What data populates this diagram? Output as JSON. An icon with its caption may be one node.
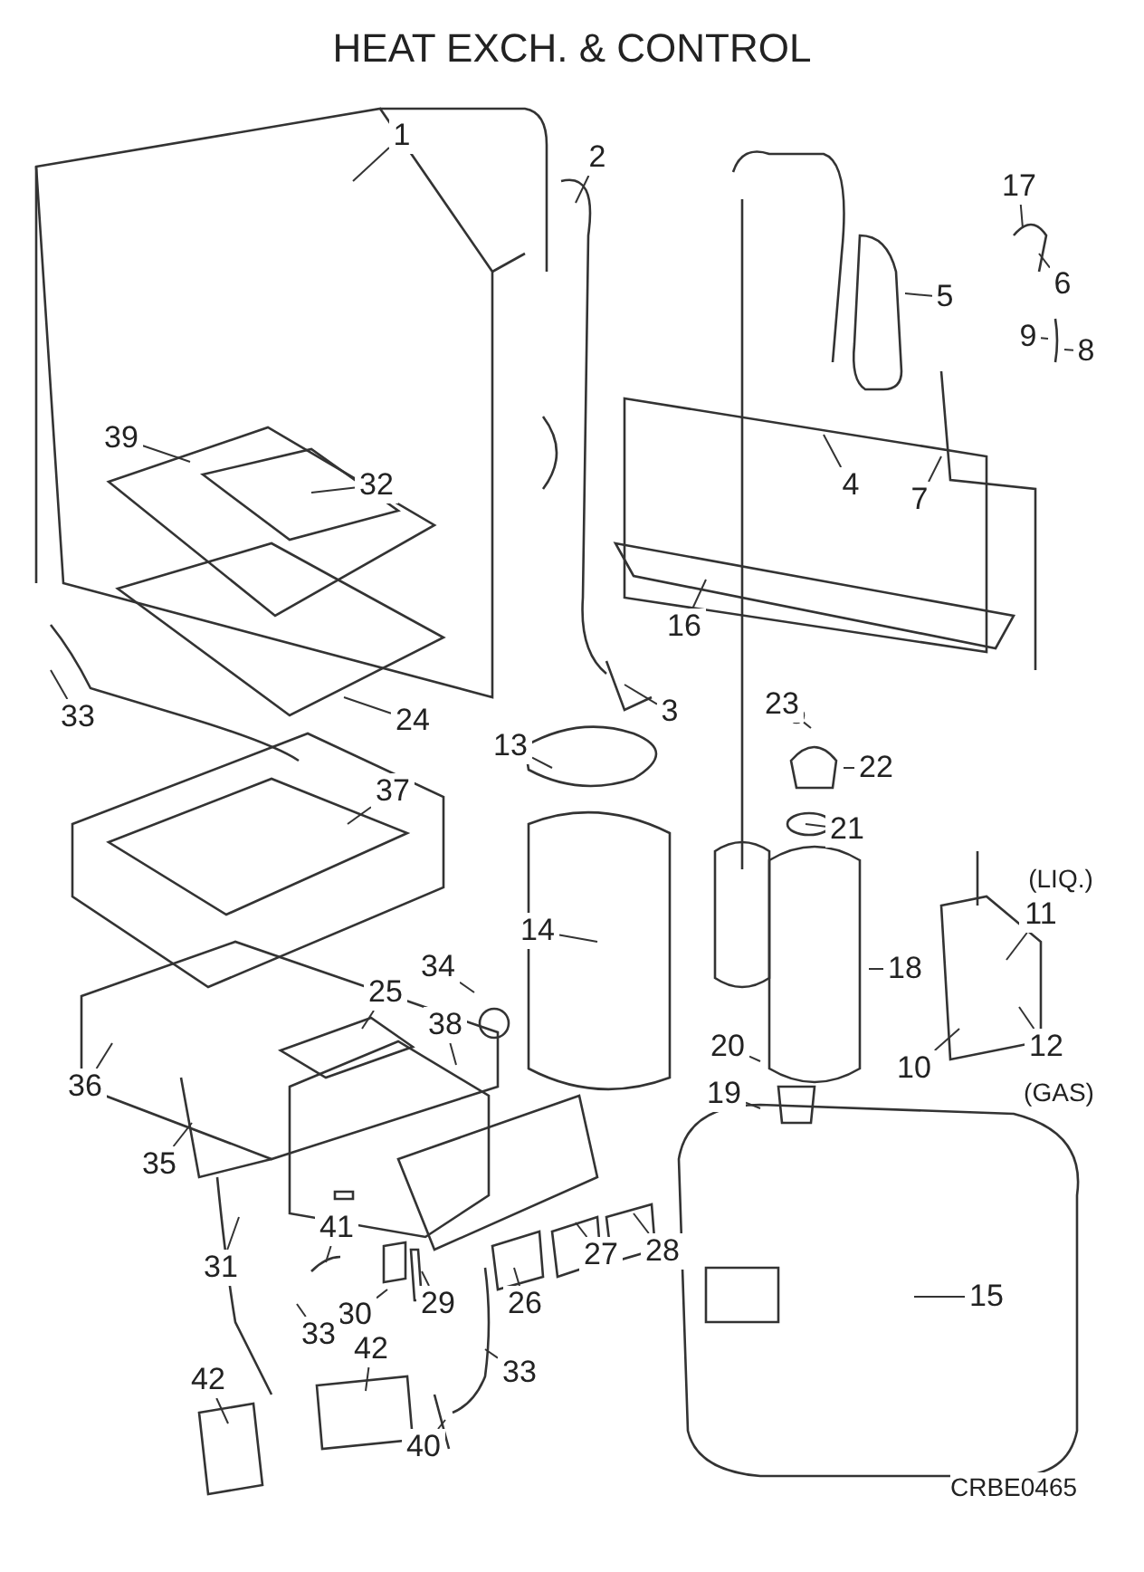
{
  "diagram": {
    "title": "HEAT EXCH. & CONTROL",
    "nodes": [
      {
        "text": [
          "1"
        ]
      },
      {
        "text": [
          "2"
        ]
      },
      {
        "text": [
          "17"
        ]
      },
      {
        "text": [
          "6"
        ]
      },
      {
        "text": [
          "5"
        ]
      },
      {
        "text": [
          "9"
        ]
      },
      {
        "text": [
          "8"
        ]
      },
      {
        "text": [
          "39"
        ]
      },
      {
        "text": [
          "4"
        ]
      },
      {
        "text": [
          "32"
        ]
      },
      {
        "text": [
          "7"
        ]
      },
      {
        "text": [
          "16"
        ]
      },
      {
        "text": [
          "33"
        ]
      },
      {
        "text": [
          "24"
        ]
      },
      {
        "text": [
          "3"
        ]
      },
      {
        "text": [
          "23"
        ]
      },
      {
        "text": [
          "13"
        ]
      },
      {
        "text": [
          "22"
        ]
      },
      {
        "text": [
          "21"
        ]
      },
      {
        "text": [
          "37"
        ]
      },
      {
        "text": [
          "11"
        ],
        "beside": [
          "(LIQ.)"
        ]
      },
      {
        "text": [
          "14"
        ]
      },
      {
        "text": [
          "34"
        ]
      },
      {
        "text": [
          "18"
        ]
      },
      {
        "text": [
          "25"
        ]
      },
      {
        "text": [
          "38"
        ]
      },
      {
        "text": [
          "36"
        ]
      },
      {
        "text": [
          "20"
        ]
      },
      {
        "text": [
          "10"
        ]
      },
      {
        "text": [
          "12"
        ],
        "beside": [
          "(GAS)"
        ]
      },
      {
        "text": [
          "19"
        ]
      },
      {
        "text": [
          "35"
        ]
      },
      {
        "text": [
          "15"
        ]
      },
      {
        "text": [
          "28"
        ]
      },
      {
        "text": [
          "31"
        ]
      },
      {
        "text": [
          "41"
        ]
      },
      {
        "text": [
          "27"
        ]
      },
      {
        "text": [
          "30"
        ]
      },
      {
        "text": [
          "33"
        ]
      },
      {
        "text": [
          "29"
        ]
      },
      {
        "text": [
          "26"
        ]
      },
      {
        "text": [
          "33"
        ]
      },
      {
        "text": [
          "42"
        ]
      },
      {
        "text": [
          "42"
        ]
      },
      {
        "text": [
          "40"
        ]
      }
    ],
    "edges": [
      {
        "from": 0,
        "to": null,
        "arrow": "none"
      },
      {
        "from": 1,
        "to": null,
        "arrow": "none"
      },
      {
        "from": 2,
        "to": null,
        "arrow": "none"
      },
      {
        "from": 3,
        "to": null,
        "arrow": "none"
      },
      {
        "from": 4,
        "to": null,
        "arrow": "none"
      },
      {
        "from": 5,
        "to": null,
        "arrow": "none"
      },
      {
        "from": 6,
        "to": null,
        "arrow": "none"
      },
      {
        "from": 7,
        "to": null,
        "arrow": "none"
      },
      {
        "from": 8,
        "to": null,
        "arrow": "none"
      },
      {
        "from": 9,
        "to": null,
        "arrow": "none"
      },
      {
        "from": 10,
        "to": null,
        "arrow": "none"
      },
      {
        "from": 11,
        "to": null,
        "arrow": "none"
      },
      {
        "from": 12,
        "to": null,
        "arrow": "none"
      },
      {
        "from": 13,
        "to": null,
        "arrow": "none"
      },
      {
        "from": 14,
        "to": null,
        "arrow": "none"
      },
      {
        "from": 15,
        "to": null,
        "arrow": "none"
      },
      {
        "from": 16,
        "to": null,
        "arrow": "none"
      },
      {
        "from": 17,
        "to": null,
        "arrow": "none"
      },
      {
        "from": 18,
        "to": null,
        "arrow": "none"
      },
      {
        "from": 19,
        "to": null,
        "arrow": "none"
      },
      {
        "from": 20,
        "to": null,
        "arrow": "none"
      },
      {
        "from": 21,
        "to": null,
        "arrow": "none"
      },
      {
        "from": 22,
        "to": null,
        "arrow": "none"
      },
      {
        "from": 23,
        "to": null,
        "arrow": "none"
      },
      {
        "from": 24,
        "to": null,
        "arrow": "none"
      },
      {
        "from": 25,
        "to": null,
        "arrow": "none"
      },
      {
        "from": 26,
        "to": null,
        "arrow": "none"
      },
      {
        "from": 27,
        "to": null,
        "arrow": "none"
      },
      {
        "from": 28,
        "to": null,
        "arrow": "none"
      },
      {
        "from": 29,
        "to": null,
        "arrow": "none"
      },
      {
        "from": 30,
        "to": null,
        "arrow": "none"
      },
      {
        "from": 31,
        "to": null,
        "arrow": "none"
      },
      {
        "from": 32,
        "to": null,
        "arrow": "none"
      },
      {
        "from": 33,
        "to": null,
        "arrow": "none"
      },
      {
        "from": 34,
        "to": null,
        "arrow": "none"
      },
      {
        "from": 35,
        "to": null,
        "arrow": "none"
      },
      {
        "from": 36,
        "to": null,
        "arrow": "none"
      },
      {
        "from": 37,
        "to": null,
        "arrow": "none"
      },
      {
        "from": 38,
        "to": null,
        "arrow": "none"
      },
      {
        "from": 39,
        "to": null,
        "arrow": "none"
      },
      {
        "from": 40,
        "to": null,
        "arrow": "none"
      },
      {
        "from": 41,
        "to": null,
        "arrow": "none"
      },
      {
        "from": 42,
        "to": null,
        "arrow": "none"
      },
      {
        "from": 43,
        "to": null,
        "arrow": "none"
      },
      {
        "from": 44,
        "to": null,
        "arrow": "none"
      }
    ],
    "labels": [
      "CRBE0465"
    ]
  }
}
